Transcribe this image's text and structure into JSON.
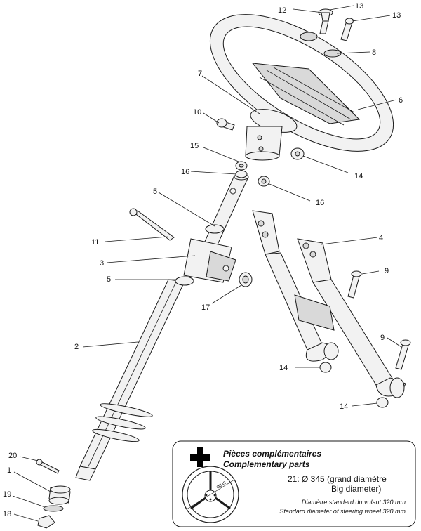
{
  "callouts": {
    "c1": "1",
    "c2": "2",
    "c3": "3",
    "c4": "4",
    "c5a": "5",
    "c5b": "5",
    "c6": "6",
    "c7": "7",
    "c8": "8",
    "c9a": "9",
    "c9b": "9",
    "c10": "10",
    "c11": "11",
    "c12": "12",
    "c13a": "13",
    "c13b": "13",
    "c14a": "14",
    "c14b": "14",
    "c14c": "14",
    "c15": "15",
    "c16a": "16",
    "c16b": "16",
    "c17": "17",
    "c18": "18",
    "c19": "19",
    "c20": "20"
  },
  "complementary": {
    "title_fr": "Pièces complémentaires",
    "title_en": "Complementary parts",
    "item_line1": "21: Ø 345 (grand diamètre",
    "item_line2": "Big diameter)",
    "note_fr": "Diamètre standard du volant 320 mm",
    "note_en": "Standard diameter of steering wheel 320 mm",
    "wheel_label": "Ø345"
  },
  "icons": {
    "plus": "plus-icon",
    "wheel": "steering-wheel-icon"
  },
  "colors": {
    "line": "#1a1a1a",
    "part_fill": "#f2f2f2",
    "plus": "#000000"
  }
}
